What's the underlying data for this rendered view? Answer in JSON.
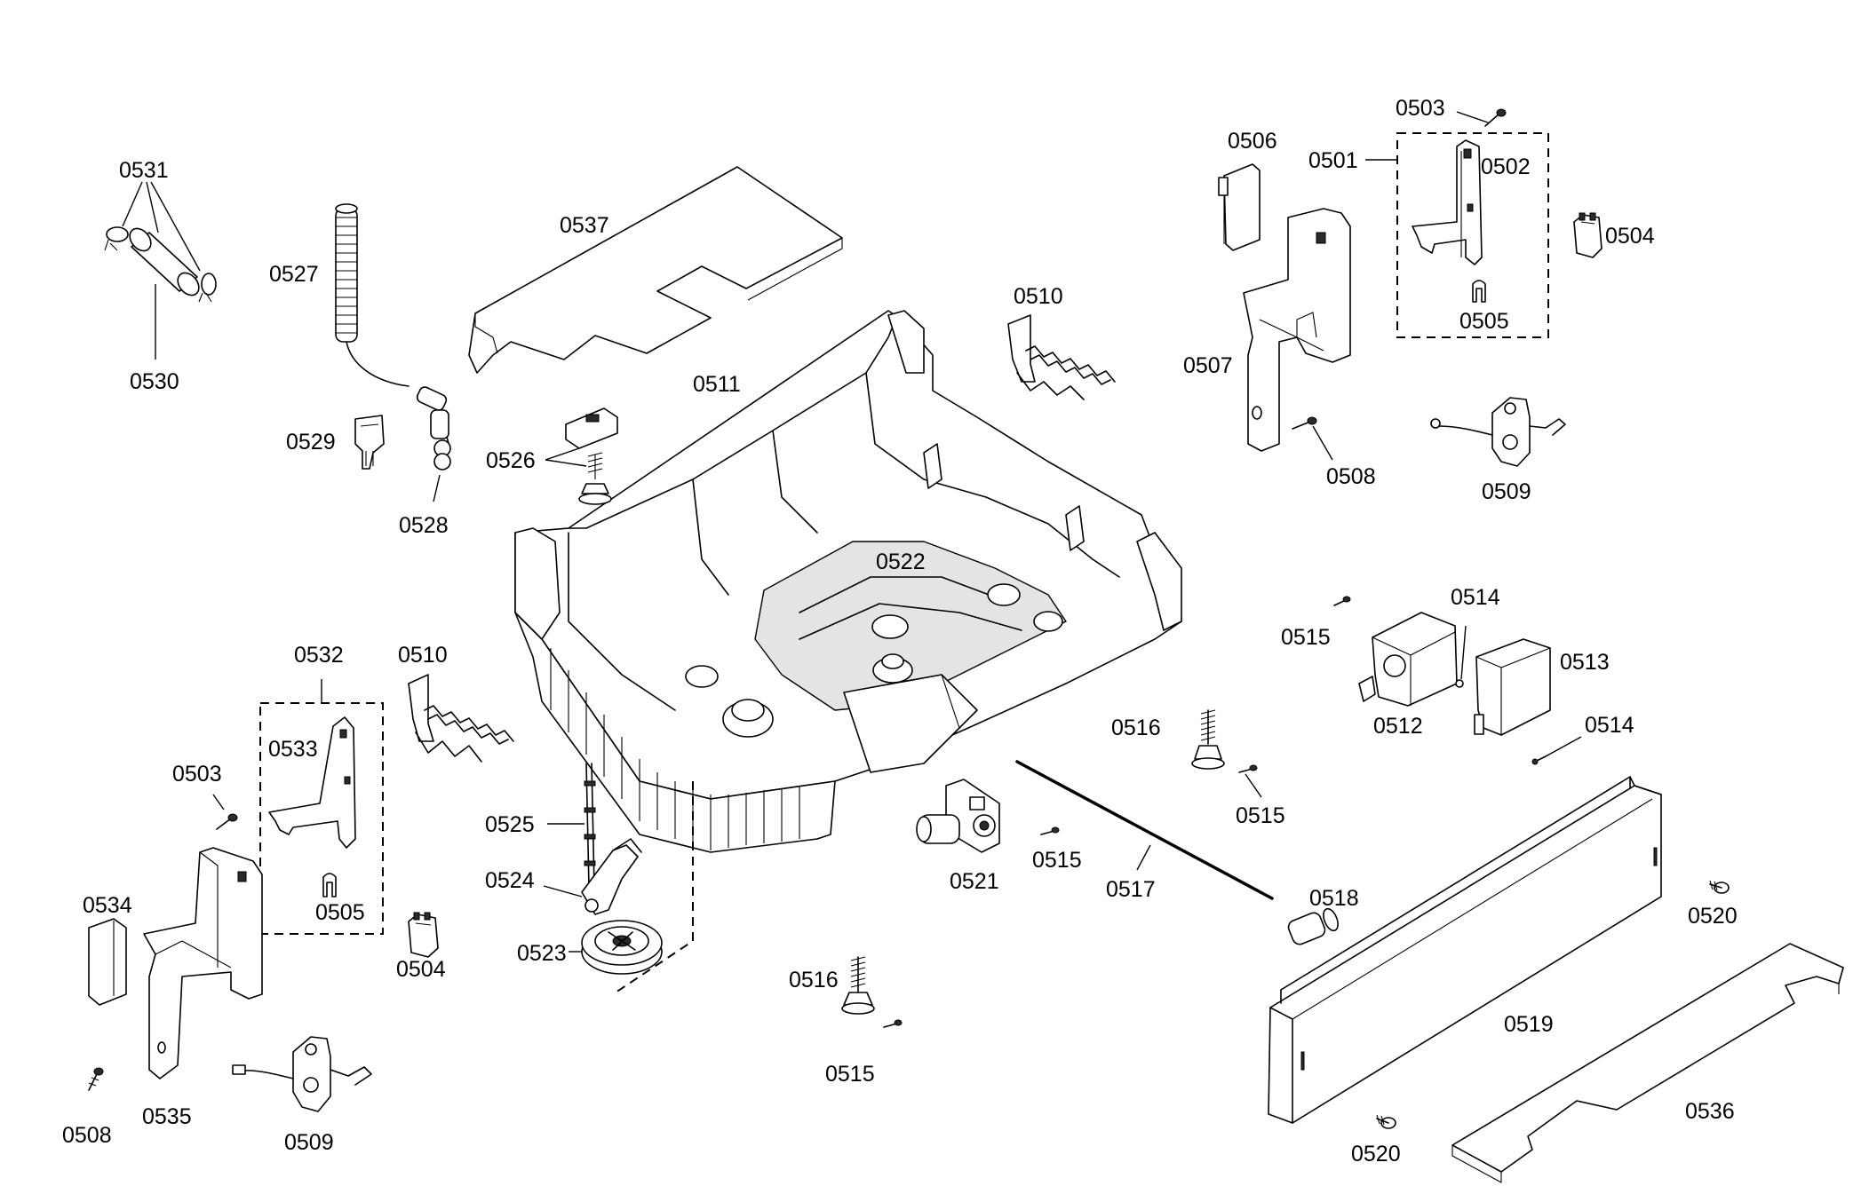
{
  "labels": {
    "p0501": "0501",
    "p0502": "0502",
    "p0503a": "0503",
    "p0503b": "0503",
    "p0504a": "0504",
    "p0504b": "0504",
    "p0505a": "0505",
    "p0505b": "0505",
    "p0506": "0506",
    "p0507": "0507",
    "p0508a": "0508",
    "p0508b": "0508",
    "p0509a": "0509",
    "p0509b": "0509",
    "p0510a": "0510",
    "p0510b": "0510",
    "p0511": "0511",
    "p0512": "0512",
    "p0513": "0513",
    "p0514a": "0514",
    "p0514b": "0514",
    "p0515a": "0515",
    "p0515b": "0515",
    "p0515c": "0515",
    "p0515d": "0515",
    "p0516a": "0516",
    "p0516b": "0516",
    "p0517": "0517",
    "p0518": "0518",
    "p0519": "0519",
    "p0520a": "0520",
    "p0520b": "0520",
    "p0521": "0521",
    "p0522": "0522",
    "p0523": "0523",
    "p0524": "0524",
    "p0525": "0525",
    "p0526": "0526",
    "p0527": "0527",
    "p0528": "0528",
    "p0529": "0529",
    "p0530": "0530",
    "p0531": "0531",
    "p0532": "0532",
    "p0533": "0533",
    "p0534": "0534",
    "p0535": "0535",
    "p0536": "0536",
    "p0537": "0537"
  }
}
